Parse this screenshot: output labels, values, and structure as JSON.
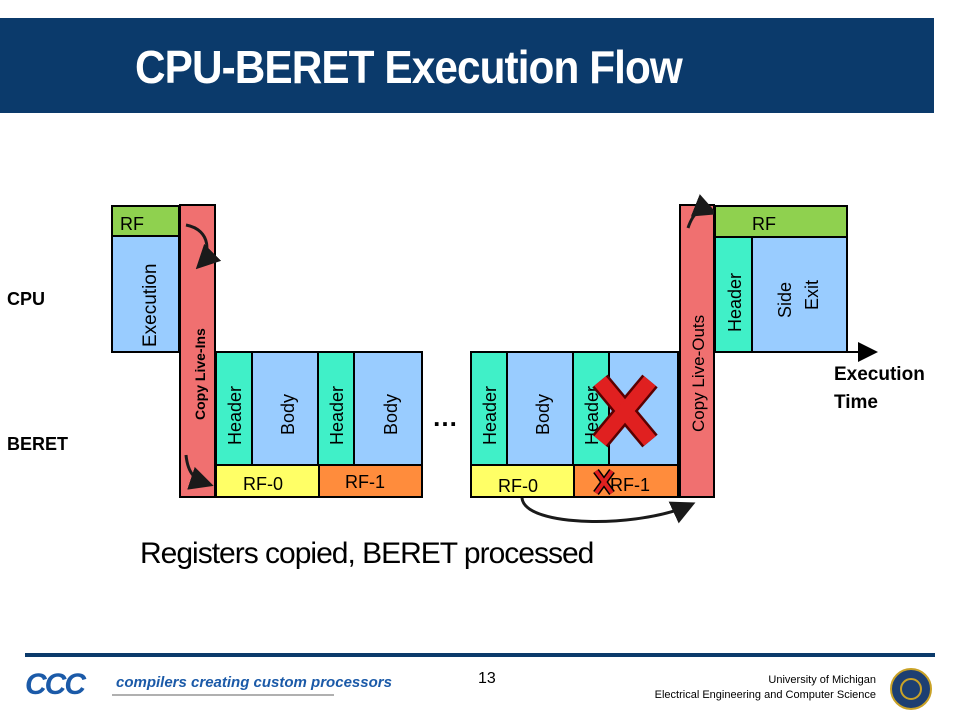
{
  "title": "CPU-BERET Execution Flow",
  "labels": {
    "cpu": "CPU",
    "beret": "BERET",
    "execution_time": "Execution\nTime",
    "execution_time_line1": "Execution",
    "execution_time_line2": "Time",
    "ellipsis": "…"
  },
  "cpu_block_left": {
    "rf": "RF",
    "execution": "Execution"
  },
  "cpu_block_right": {
    "rf": "RF",
    "header": "Header",
    "side": "Side",
    "exit": "Exit"
  },
  "copy_live_ins": "Copy Live-Ins",
  "copy_live_outs": "Copy Live-Outs",
  "beret_group_1": {
    "header_1": "Header",
    "body_1": "Body",
    "header_2": "Header",
    "body_2": "Body",
    "rf0": "RF-0",
    "rf1": "RF-1"
  },
  "beret_group_2": {
    "header_1": "Header",
    "body_1": "Body",
    "header_2": "Header",
    "rf0": "RF-0",
    "rf1": "RF-1"
  },
  "caption": "Registers copied, BERET processed",
  "footer": {
    "logo": "CCC",
    "tagline": "compilers creating custom processors",
    "page": "13",
    "university": "University of Michigan",
    "department": "Electrical Engineering and Computer Science"
  },
  "colors": {
    "title_bar": "#0b3a6b",
    "rf_green": "#8fd14f",
    "execution_blue": "#99ccff",
    "header_aqua": "#40f0c8",
    "copy_pink": "#f07070",
    "rf0_yellow": "#ffff66",
    "rf1_orange": "#ff8c3c",
    "discard_red": "#e02020"
  }
}
